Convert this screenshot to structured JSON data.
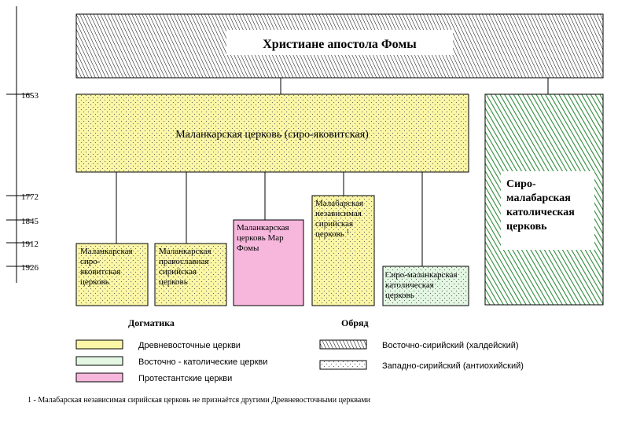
{
  "title": "Христиане апостола Фомы",
  "timeline": [
    "1653",
    "1772",
    "1845",
    "1912",
    "1926"
  ],
  "nodes": {
    "malankara": "Маланкарская церковь (сиро-яковитская)",
    "syro_malabar": [
      "Сиро-",
      "малабарская",
      "католическая",
      "церковь"
    ],
    "syro_jacobite": [
      "Маланкарская",
      "сиро-",
      "яковитская",
      "церковь"
    ],
    "orthodox": [
      "Маланкарская",
      "православная",
      "сирийская",
      "церковь"
    ],
    "mar_thoma": [
      "Маланкарская",
      "церковь Мар",
      "Фомы"
    ],
    "independent": [
      "Малабарская",
      "независимая",
      "сирийская",
      "церковь"
    ],
    "independent_mark": "1",
    "syro_malankara": [
      "Сиро-маланкарская",
      "католическая",
      "церковь"
    ]
  },
  "legend": {
    "dogma_title": "Догматика",
    "rite_title": "Обряд",
    "dogma_items": [
      "Древневосточные церкви",
      "Восточно - католические церкви",
      "Протестантские церкви"
    ],
    "rite_items": [
      "Восточно-сирийский (халдейский)",
      "Западно-сирийский (антиохийский)"
    ]
  },
  "footnote": "1 - Малабарская независимая сирийская церковь не признаётся другими Древневосточными церквами",
  "colors": {
    "oriental": "#fbf7a6",
    "eastern_catholic": "#e3f7e3",
    "protestant": "#f7b7dd",
    "east_syriac_hatch": "#2e8a3a",
    "title_hatch": "#000000"
  }
}
